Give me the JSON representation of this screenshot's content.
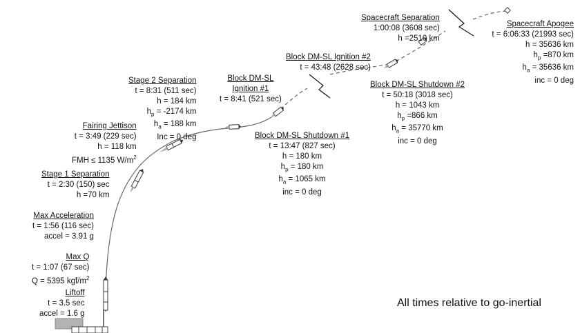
{
  "labels": {
    "spacecraft_sep": {
      "title": "Spacecraft Separation",
      "lines": [
        "1:00:08 (3608 sec)",
        "h =2510 km"
      ]
    },
    "apogee": {
      "title": "Spacecraft Apogee",
      "lines": [
        "t =  6:06:33 (21993 sec)",
        "h = 35636 km",
        "hp =870 km",
        "ha = 35636 km",
        "inc = 0 deg"
      ]
    },
    "ign2": {
      "title": "Block DM-SL Ignition #2",
      "lines": [
        "t = 43:48 (2628 sec)"
      ]
    },
    "shut2": {
      "title": "Block DM-SL Shutdown #2",
      "lines": [
        "t = 50:18 (3018 sec)",
        "h = 1043 km",
        "hp =866 km",
        "ha = 35770 km",
        "inc = 0 deg"
      ]
    },
    "ign1": {
      "title1": "Block DM-SL",
      "title2": "Ignition #1",
      "lines": [
        "t = 8:41 (521 sec)"
      ]
    },
    "stage2": {
      "title": "Stage 2 Separation",
      "lines": [
        "t = 8:31 (511 sec)",
        "h = 184 km",
        "hp = -2174 km",
        "ha = 188 km",
        "Inc = 0 deg"
      ]
    },
    "shut1": {
      "title": "Block DM-SL Shutdown #1",
      "lines": [
        "t = 13:47 (827 sec)",
        "h = 180 km",
        "hp = 180 km",
        "ha = 1065 km",
        "inc = 0 deg"
      ]
    },
    "fairing": {
      "title": "Fairing Jettison",
      "lines": [
        "t = 3:49 (229 sec)",
        "h = 118 km",
        "FMH ≤ 1135 W/m2"
      ]
    },
    "stage1": {
      "title": "Stage 1 Separation",
      "lines": [
        "t = 2:30 (150) sec",
        "h =70 km"
      ]
    },
    "maxacc": {
      "title": "Max Acceleration",
      "lines": [
        "t = 1:56 (116 sec)",
        "accel = 3.91 g"
      ]
    },
    "maxq": {
      "title": "Max Q",
      "lines": [
        "t = 1:07 (67 sec)",
        "Q = 5395 kgf/m2"
      ]
    },
    "liftoff": {
      "title": "Liftoff",
      "lines": [
        "t = 3.5 sec",
        "accel = 1.6 g"
      ]
    }
  },
  "note": "All times relative to go-inertial",
  "colors": {
    "trajectory": "#666666",
    "vehicle": "#333333",
    "launch_pad": "#b3b3b3"
  }
}
